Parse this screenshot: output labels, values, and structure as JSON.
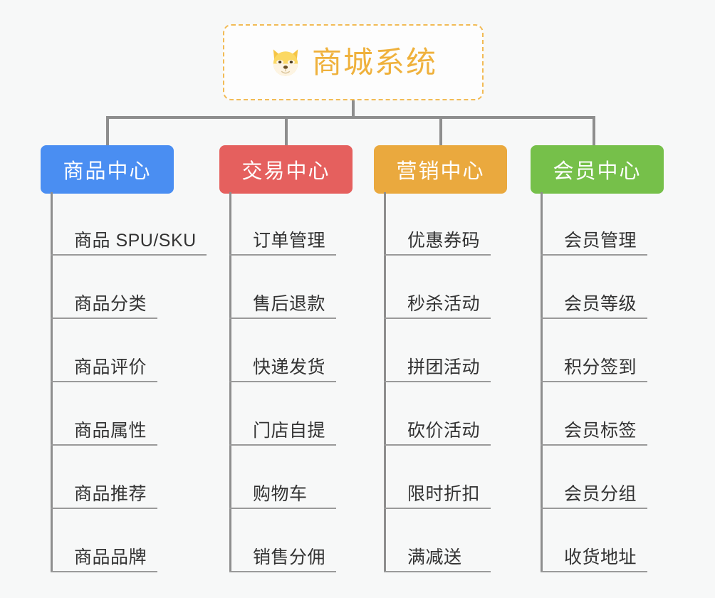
{
  "root": {
    "title": "商城系统",
    "icon": "shiba-dog-face-icon",
    "border_color": "#f2bb55",
    "text_color": "#efb13c"
  },
  "connector": {
    "color": "#8e8e8e"
  },
  "canvas": {
    "background": "#f7f8f8"
  },
  "columns": [
    {
      "title": "商品中心",
      "color": "#4a8ef2",
      "items": [
        "商品 SPU/SKU",
        "商品分类",
        "商品评价",
        "商品属性",
        "商品推荐",
        "商品品牌"
      ]
    },
    {
      "title": "交易中心",
      "color": "#e5605e",
      "items": [
        "订单管理",
        "售后退款",
        "快递发货",
        "门店自提",
        "购物车",
        "销售分佣"
      ]
    },
    {
      "title": "营销中心",
      "color": "#eaa93e",
      "items": [
        "优惠券码",
        "秒杀活动",
        "拼团活动",
        "砍价活动",
        "限时折扣",
        "满减送"
      ]
    },
    {
      "title": "会员中心",
      "color": "#76c04a",
      "items": [
        "会员管理",
        "会员等级",
        "积分签到",
        "会员标签",
        "会员分组",
        "收货地址"
      ]
    }
  ]
}
